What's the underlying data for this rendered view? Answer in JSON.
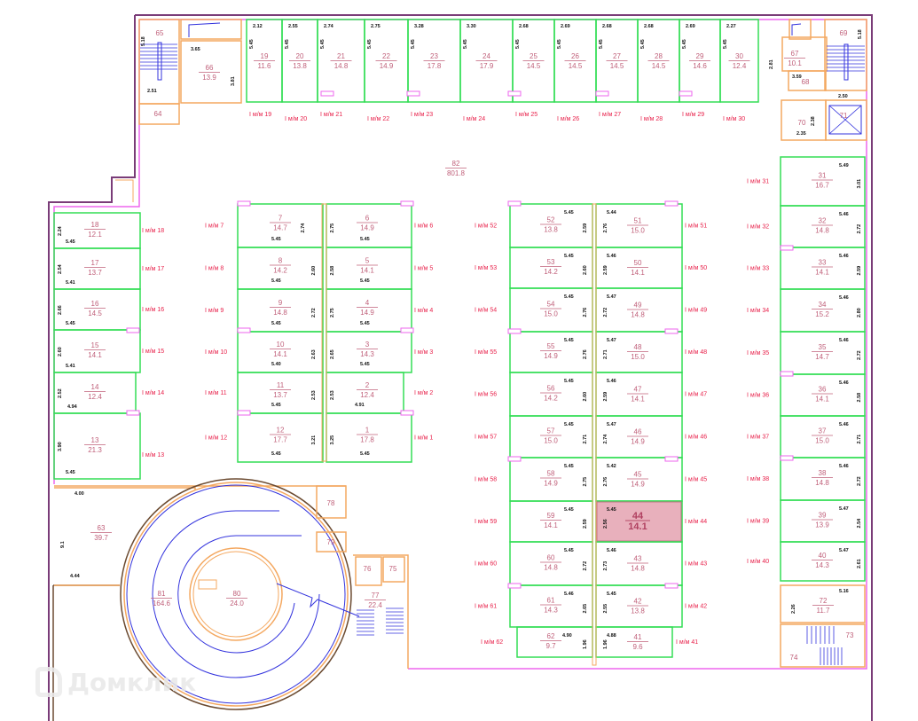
{
  "plan": {
    "colors": {
      "outer_wall": "#7a3c78",
      "inner_wall": "#ee66ee",
      "bay_line": "#33dd55",
      "tech_wall": "#f4a860",
      "stairs": "#3333dd",
      "fixture": "#eedd44",
      "highlight_fill": "#e8b0bc",
      "highlight_stroke": "#c07888",
      "label": "#c0607a",
      "mm_label": "#e8204a"
    },
    "highlighted_space": {
      "number": "44",
      "area": "14.1"
    },
    "central_hall": {
      "number": "82",
      "area": "801.8"
    },
    "top_row": [
      {
        "n": "19",
        "a": "11.6",
        "w": "2.12",
        "d": "5.45",
        "mm": "I м/м 19"
      },
      {
        "n": "20",
        "a": "13.8",
        "w": "2.55",
        "d": "5.45",
        "mm": "I м/м 20"
      },
      {
        "n": "21",
        "a": "14.8",
        "w": "2.74",
        "d": "5.45",
        "mm": "I м/м 21"
      },
      {
        "n": "22",
        "a": "14.9",
        "w": "2.75",
        "d": "5.45",
        "mm": "I м/м 22"
      },
      {
        "n": "23",
        "a": "17.8",
        "w": "3.28",
        "d": "5.45",
        "mm": "I м/м 23"
      },
      {
        "n": "24",
        "a": "17.9",
        "w": "3.30",
        "d": "5.45",
        "mm": "I м/м 24"
      },
      {
        "n": "25",
        "a": "14.5",
        "w": "2.68",
        "d": "5.45",
        "mm": "I м/м 25"
      },
      {
        "n": "26",
        "a": "14.5",
        "w": "2.69",
        "d": "5.45",
        "mm": "I м/м 26"
      },
      {
        "n": "27",
        "a": "14.5",
        "w": "2.68",
        "d": "5.45",
        "mm": "I м/м 27"
      },
      {
        "n": "28",
        "a": "14.5",
        "w": "2.68",
        "d": "5.45",
        "mm": "I м/м 28"
      },
      {
        "n": "29",
        "a": "14.6",
        "w": "2.69",
        "d": "5.45",
        "mm": "I м/м 29"
      },
      {
        "n": "30",
        "a": "12.4",
        "w": "2.27",
        "d": "5.45",
        "mm": "I м/м 30"
      }
    ],
    "left_column": [
      {
        "n": "18",
        "a": "12.1",
        "w": "2.24",
        "d": "5.45",
        "mm": "I м/м 18"
      },
      {
        "n": "17",
        "a": "13.7",
        "w": "2.54",
        "d": "5.41",
        "mm": "I м/м 17"
      },
      {
        "n": "16",
        "a": "14.5",
        "w": "2.66",
        "d": "5.45",
        "mm": "I м/м 16"
      },
      {
        "n": "15",
        "a": "14.1",
        "w": "2.60",
        "d": "5.41",
        "mm": "I м/м 15"
      },
      {
        "n": "14",
        "a": "12.4",
        "w": "2.52",
        "d": "4.94",
        "mm": "I м/м 14"
      },
      {
        "n": "13",
        "a": "21.3",
        "w": "3.90",
        "d": "5.45",
        "mm": "I м/м 13"
      }
    ],
    "block_a_left": [
      {
        "n": "7",
        "a": "14.7",
        "w": "2.74",
        "d": "5.45",
        "mm": "I м/м 7"
      },
      {
        "n": "8",
        "a": "14.2",
        "w": "2.60",
        "d": "5.45",
        "mm": "I м/м 8"
      },
      {
        "n": "9",
        "a": "14.8",
        "w": "2.72",
        "d": "5.45",
        "mm": "I м/м 9"
      },
      {
        "n": "10",
        "a": "14.1",
        "w": "2.63",
        "d": "5.40",
        "mm": "I м/м 10"
      },
      {
        "n": "11",
        "a": "13.7",
        "w": "2.53",
        "d": "5.45",
        "mm": "I м/м 11"
      },
      {
        "n": "12",
        "a": "17.7",
        "w": "3.21",
        "d": "5.45",
        "mm": "I м/м 12"
      }
    ],
    "block_a_right": [
      {
        "n": "6",
        "a": "14.9",
        "w": "2.75",
        "d": "5.45",
        "mm": "I м/м 6"
      },
      {
        "n": "5",
        "a": "14.1",
        "w": "2.58",
        "d": "5.45",
        "mm": "I м/м 5"
      },
      {
        "n": "4",
        "a": "14.9",
        "w": "2.75",
        "d": "5.45",
        "mm": "I м/м 4"
      },
      {
        "n": "3",
        "a": "14.3",
        "w": "2.65",
        "d": "5.45",
        "mm": "I м/м 3"
      },
      {
        "n": "2",
        "a": "12.4",
        "w": "2.53",
        "d": "4.91",
        "mm": "I м/м 2"
      },
      {
        "n": "1",
        "a": "17.8",
        "w": "3.25",
        "d": "5.45",
        "mm": "I м/м 1"
      }
    ],
    "block_b_left": [
      {
        "n": "52",
        "a": "13.8",
        "w": "2.59",
        "d": "5.45",
        "mm": "I м/м 52"
      },
      {
        "n": "53",
        "a": "14.2",
        "w": "2.60",
        "d": "5.45",
        "mm": "I м/м 53"
      },
      {
        "n": "54",
        "a": "15.0",
        "w": "2.76",
        "d": "5.45",
        "mm": "I м/м 54"
      },
      {
        "n": "55",
        "a": "14.9",
        "w": "2.76",
        "d": "5.45",
        "mm": "I м/м 55"
      },
      {
        "n": "56",
        "a": "14.2",
        "w": "2.60",
        "d": "5.45",
        "mm": "I м/м 56"
      },
      {
        "n": "57",
        "a": "15.0",
        "w": "2.71",
        "d": "5.45",
        "mm": "I м/м 57"
      },
      {
        "n": "58",
        "a": "14.9",
        "w": "2.75",
        "d": "5.45",
        "mm": "I м/м 58"
      },
      {
        "n": "59",
        "a": "14.1",
        "w": "2.59",
        "d": "5.45",
        "mm": "I м/м 59"
      },
      {
        "n": "60",
        "a": "14.8",
        "w": "2.72",
        "d": "5.45",
        "mm": "I м/м 60"
      },
      {
        "n": "61",
        "a": "14.3",
        "w": "2.65",
        "d": "5.46",
        "mm": "I м/м 61"
      },
      {
        "n": "62",
        "a": "9.7",
        "w": "1.96",
        "d": "4.90",
        "mm": "I м/м 62"
      }
    ],
    "block_b_right": [
      {
        "n": "51",
        "a": "15.0",
        "w": "2.76",
        "d": "5.44",
        "mm": "I м/м 51"
      },
      {
        "n": "50",
        "a": "14.1",
        "w": "2.59",
        "d": "5.46",
        "mm": "I м/м 50"
      },
      {
        "n": "49",
        "a": "14.8",
        "w": "2.72",
        "d": "5.47",
        "mm": "I м/м 49"
      },
      {
        "n": "48",
        "a": "15.0",
        "w": "2.71",
        "d": "5.47",
        "mm": "I м/м 48"
      },
      {
        "n": "47",
        "a": "14.1",
        "w": "2.59",
        "d": "5.46",
        "mm": "I м/м 47"
      },
      {
        "n": "46",
        "a": "14.9",
        "w": "2.74",
        "d": "5.47",
        "mm": "I м/м 46"
      },
      {
        "n": "45",
        "a": "14.9",
        "w": "2.76",
        "d": "5.42",
        "mm": "I м/м 45"
      },
      {
        "n": "44",
        "a": "14.1",
        "w": "2.56",
        "d": "5.45",
        "mm": "I м/м 44"
      },
      {
        "n": "43",
        "a": "14.8",
        "w": "2.73",
        "d": "5.46",
        "mm": "I м/м 43"
      },
      {
        "n": "42",
        "a": "13.8",
        "w": "2.55",
        "d": "5.45",
        "mm": "I м/м 42"
      },
      {
        "n": "41",
        "a": "9.6",
        "w": "1.96",
        "d": "4.88",
        "mm": "I м/м 41"
      }
    ],
    "right_column": [
      {
        "n": "31",
        "a": "16.7",
        "w": "3.01",
        "d": "5.49",
        "mm": "I м/м 31"
      },
      {
        "n": "32",
        "a": "14.8",
        "w": "2.72",
        "d": "5.46",
        "mm": "I м/м 32"
      },
      {
        "n": "33",
        "a": "14.1",
        "w": "2.59",
        "d": "5.46",
        "mm": "I м/м 33"
      },
      {
        "n": "34",
        "a": "15.2",
        "w": "2.80",
        "d": "5.46",
        "mm": "I м/м 34"
      },
      {
        "n": "35",
        "a": "14.7",
        "w": "2.72",
        "d": "5.46",
        "mm": "I м/м 35"
      },
      {
        "n": "36",
        "a": "14.1",
        "w": "2.58",
        "d": "5.46",
        "mm": "I м/м 36"
      },
      {
        "n": "37",
        "a": "15.0",
        "w": "2.71",
        "d": "5.46",
        "mm": "I м/м 37"
      },
      {
        "n": "38",
        "a": "14.8",
        "w": "2.72",
        "d": "5.46",
        "mm": "I м/м 38"
      },
      {
        "n": "39",
        "a": "13.9",
        "w": "2.54",
        "d": "5.47",
        "mm": "I м/м 39"
      },
      {
        "n": "40",
        "a": "14.3",
        "w": "2.61",
        "d": "5.47",
        "mm": "I м/м 40"
      }
    ],
    "tech_rooms": [
      {
        "n": "65",
        "a": "",
        "dims": [
          "5.18",
          "2.51"
        ]
      },
      {
        "n": "66",
        "a": "13.9",
        "dims": [
          "3.65",
          "3.81"
        ]
      },
      {
        "n": "64",
        "a": "",
        "dims": []
      },
      {
        "n": "67",
        "a": "10.1",
        "dims": [
          "2.81",
          "3.59"
        ]
      },
      {
        "n": "68",
        "a": "",
        "dims": []
      },
      {
        "n": "69",
        "a": "",
        "dims": [
          "5.18",
          "2.50"
        ]
      },
      {
        "n": "70",
        "a": "",
        "dims": [
          "2.35",
          "2.38"
        ]
      },
      {
        "n": "71",
        "a": "",
        "dims": []
      },
      {
        "n": "63",
        "a": "39.7",
        "dims": [
          "4.00",
          "4.44",
          "9.1"
        ]
      },
      {
        "n": "81",
        "a": "164.6",
        "dims": []
      },
      {
        "n": "80",
        "a": "24.0",
        "dims": []
      },
      {
        "n": "78",
        "a": "",
        "dims": []
      },
      {
        "n": "79",
        "a": "",
        "dims": []
      },
      {
        "n": "76",
        "a": "",
        "dims": []
      },
      {
        "n": "75",
        "a": "",
        "dims": []
      },
      {
        "n": "77",
        "a": "22.4",
        "dims": []
      },
      {
        "n": "72",
        "a": "11.7",
        "dims": [
          "5.16",
          "2.26"
        ]
      },
      {
        "n": "73",
        "a": "",
        "dims": []
      },
      {
        "n": "74",
        "a": "",
        "dims": []
      }
    ]
  },
  "watermark": {
    "text": "Домклик",
    "icon": "domclick-logo-icon"
  }
}
